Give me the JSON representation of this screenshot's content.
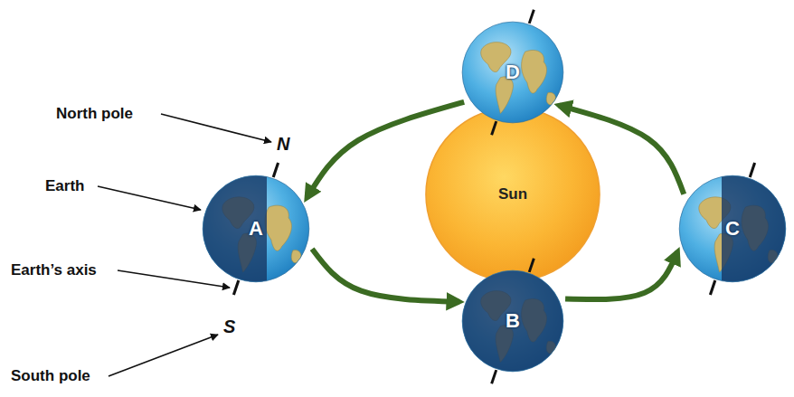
{
  "diagram": {
    "nodes": [
      {
        "text": [
          "D"
        ]
      },
      {
        "text": [
          "A"
        ]
      },
      {
        "text": [
          "Sun"
        ]
      },
      {
        "text": [
          "C"
        ]
      },
      {
        "text": [
          "B"
        ]
      }
    ],
    "edges": [
      {
        "from": 0,
        "to": 1,
        "arrow": "to"
      },
      {
        "from": 1,
        "to": 4,
        "arrow": "to"
      },
      {
        "from": 4,
        "to": 3,
        "arrow": "to"
      },
      {
        "from": 3,
        "to": 0,
        "arrow": "to"
      }
    ],
    "labels": [
      "North pole",
      "N",
      "Earth",
      "Earth’s axis",
      "S",
      "South pole"
    ]
  }
}
